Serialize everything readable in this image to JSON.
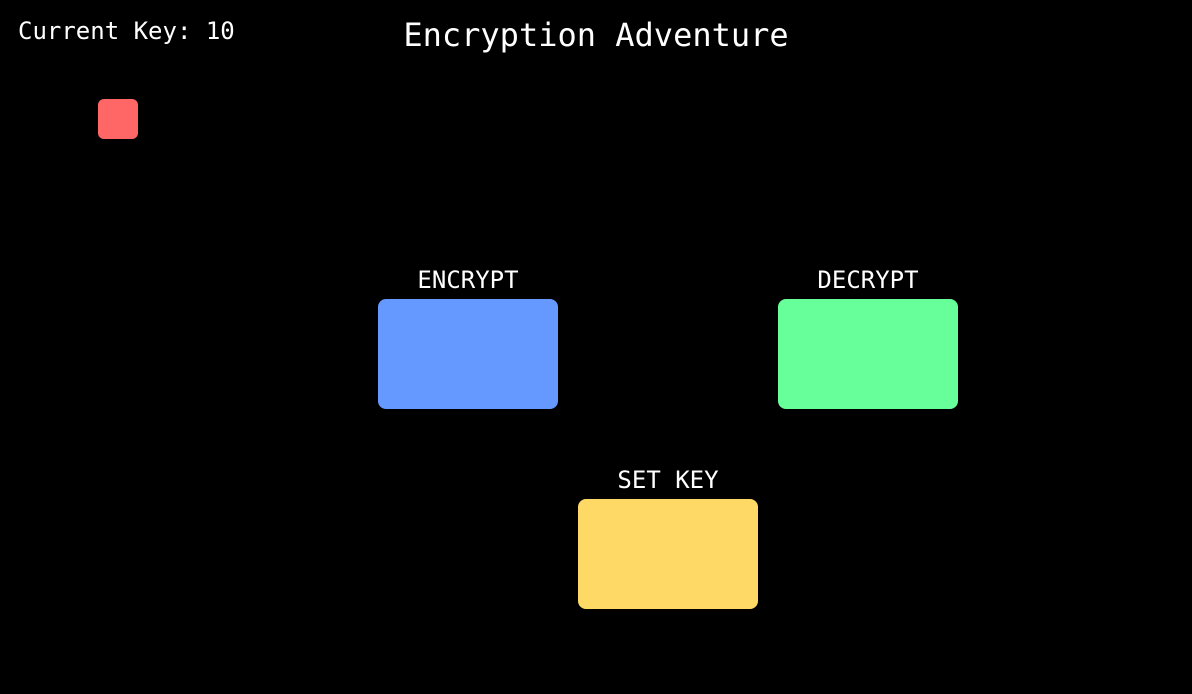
{
  "hud": {
    "key_label": "Current Key:",
    "key_value": "10"
  },
  "title": "Encryption Adventure",
  "player": {
    "color": "#ff6666"
  },
  "zones": {
    "encrypt": {
      "label": "ENCRYPT",
      "color": "#6699ff"
    },
    "decrypt": {
      "label": "DECRYPT",
      "color": "#66ff99"
    },
    "set_key": {
      "label": "SET KEY",
      "color": "#ffd966"
    }
  },
  "colors": {
    "background": "#000000",
    "text": "#ffffff"
  }
}
